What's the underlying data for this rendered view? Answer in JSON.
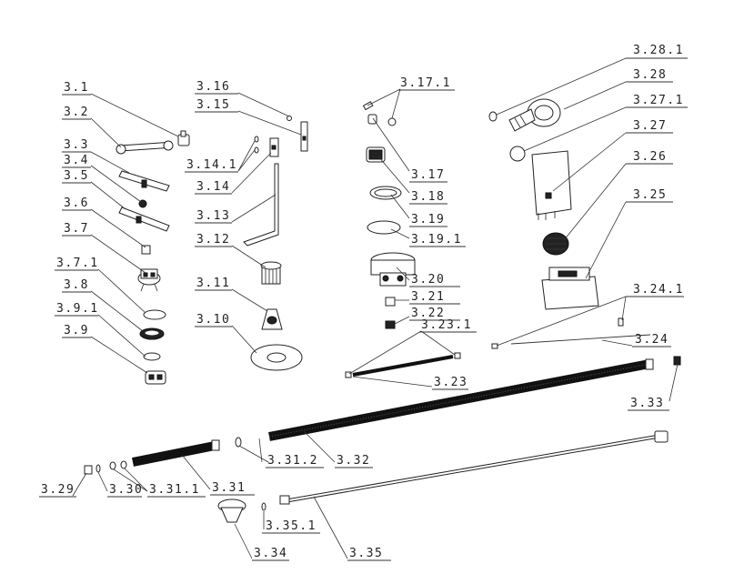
{
  "labels": [
    {
      "id": "3.1",
      "text": "3.1"
    },
    {
      "id": "3.2",
      "text": "3.2"
    },
    {
      "id": "3.3",
      "text": "3.3"
    },
    {
      "id": "3.4",
      "text": "3.4"
    },
    {
      "id": "3.5",
      "text": "3.5"
    },
    {
      "id": "3.6",
      "text": "3.6"
    },
    {
      "id": "3.7",
      "text": "3.7"
    },
    {
      "id": "3.7.1",
      "text": "3.7.1"
    },
    {
      "id": "3.8",
      "text": "3.8"
    },
    {
      "id": "3.9.1",
      "text": "3.9.1"
    },
    {
      "id": "3.9",
      "text": "3.9"
    },
    {
      "id": "3.16",
      "text": "3.16"
    },
    {
      "id": "3.15",
      "text": "3.15"
    },
    {
      "id": "3.14.1",
      "text": "3.14.1"
    },
    {
      "id": "3.14",
      "text": "3.14"
    },
    {
      "id": "3.13",
      "text": "3.13"
    },
    {
      "id": "3.12",
      "text": "3.12"
    },
    {
      "id": "3.11",
      "text": "3.11"
    },
    {
      "id": "3.10",
      "text": "3.10"
    },
    {
      "id": "3.17.1",
      "text": "3.17.1"
    },
    {
      "id": "3.17",
      "text": "3.17"
    },
    {
      "id": "3.18",
      "text": "3.18"
    },
    {
      "id": "3.19",
      "text": "3.19"
    },
    {
      "id": "3.19.1",
      "text": "3.19.1"
    },
    {
      "id": "3.20",
      "text": "3.20"
    },
    {
      "id": "3.21",
      "text": "3.21"
    },
    {
      "id": "3.22",
      "text": "3.22"
    },
    {
      "id": "3.23.1",
      "text": "3.23.1"
    },
    {
      "id": "3.23",
      "text": "3.23"
    },
    {
      "id": "3.28.1",
      "text": "3.28.1"
    },
    {
      "id": "3.28",
      "text": "3.28"
    },
    {
      "id": "3.27.1",
      "text": "3.27.1"
    },
    {
      "id": "3.27",
      "text": "3.27"
    },
    {
      "id": "3.26",
      "text": "3.26"
    },
    {
      "id": "3.25",
      "text": "3.25"
    },
    {
      "id": "3.24.1",
      "text": "3.24.1"
    },
    {
      "id": "3.24",
      "text": "3.24"
    },
    {
      "id": "3.33",
      "text": "3.33"
    },
    {
      "id": "3.32",
      "text": "3.32"
    },
    {
      "id": "3.31.2",
      "text": "3.31.2"
    },
    {
      "id": "3.31",
      "text": "3.31"
    },
    {
      "id": "3.31.1",
      "text": "3.31.1"
    },
    {
      "id": "3.30",
      "text": "3.30"
    },
    {
      "id": "3.29",
      "text": "3.29"
    },
    {
      "id": "3.34",
      "text": "3.34"
    },
    {
      "id": "3.35.1",
      "text": "3.35.1"
    },
    {
      "id": "3.35",
      "text": "3.35"
    }
  ]
}
